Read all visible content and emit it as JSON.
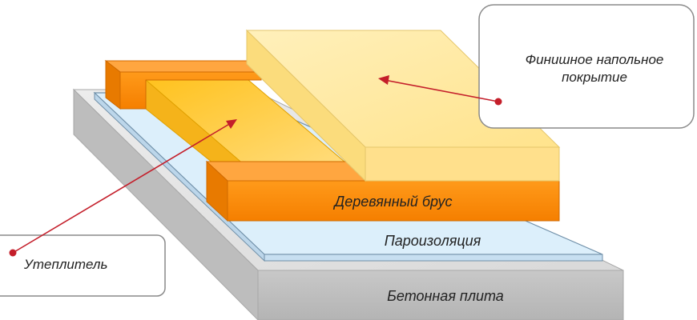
{
  "labels": {
    "concrete": "Бетонная плита",
    "vapor": "Пароизоляция",
    "beam": "Деревянный брус",
    "insulation": "Утеплитель",
    "finish_line1": "Финишное напольное",
    "finish_line2": "покрытие"
  },
  "colors": {
    "concrete": "#d2d2d2",
    "vapor": "#d8ecf8",
    "beam": "#ff8c00",
    "insulation": "#ffc83a",
    "finish": "#ffe9a0",
    "pointer": "#c41e2a"
  }
}
